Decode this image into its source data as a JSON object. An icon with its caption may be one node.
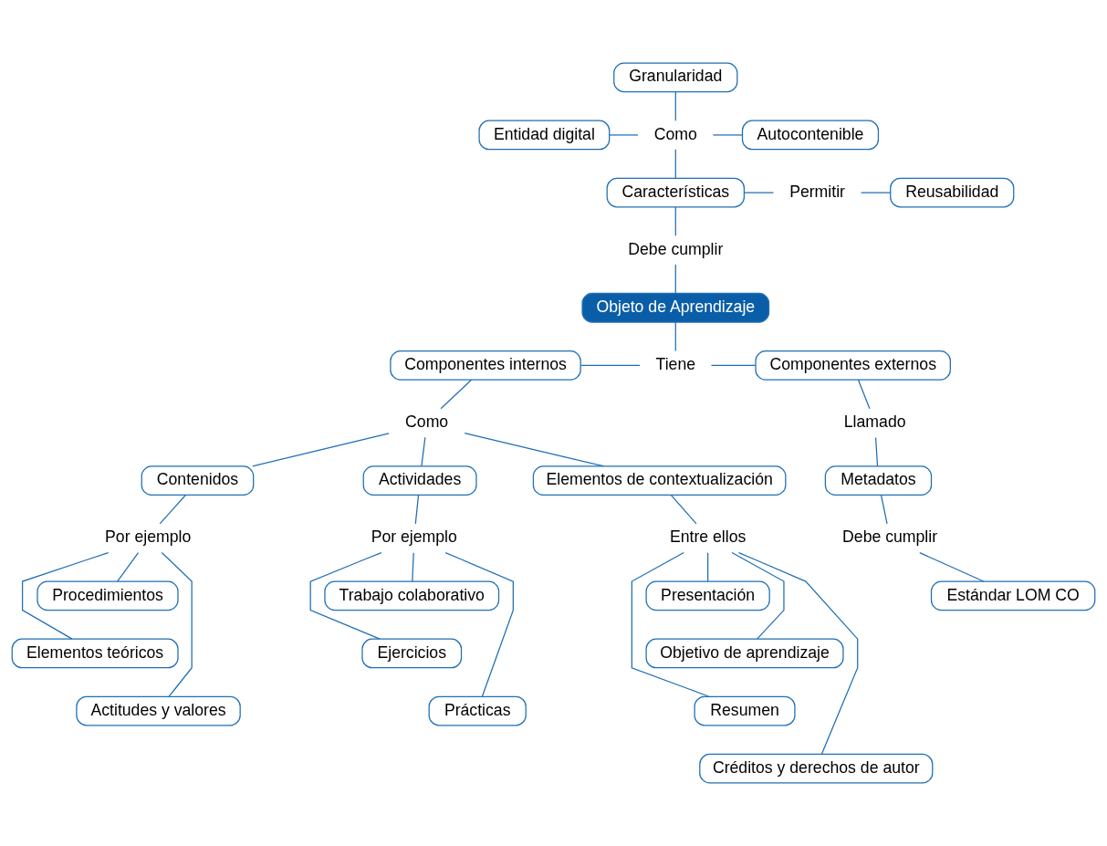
{
  "diagram": {
    "nodes": [
      {
        "text": [
          "Granularidad"
        ]
      },
      {
        "text": [
          "Entidad digital"
        ]
      },
      {
        "text": [
          "Como"
        ]
      },
      {
        "text": [
          "Autocontenible"
        ]
      },
      {
        "text": [
          "Características"
        ]
      },
      {
        "text": [
          "Permitir"
        ]
      },
      {
        "text": [
          "Reusabilidad"
        ]
      },
      {
        "text": [
          "Debe cumplir"
        ]
      },
      {
        "text": [
          "Objeto de Aprendizaje"
        ]
      },
      {
        "text": [
          "Componentes internos"
        ]
      },
      {
        "text": [
          "Tiene"
        ]
      },
      {
        "text": [
          "Componentes externos"
        ]
      },
      {
        "text": [
          "Como"
        ]
      },
      {
        "text": [
          "Contenidos"
        ]
      },
      {
        "text": [
          "Actividades"
        ]
      },
      {
        "text": [
          "Elementos de contextualización"
        ]
      },
      {
        "text": [
          "Llamado"
        ]
      },
      {
        "text": [
          "Por ejemplo"
        ]
      },
      {
        "text": [
          "Por ejemplo"
        ]
      },
      {
        "text": [
          "Entre ellos"
        ]
      },
      {
        "text": [
          "Metadatos"
        ]
      },
      {
        "text": [
          "Debe cumplir"
        ]
      },
      {
        "text": [
          "Procedimientos"
        ]
      },
      {
        "text": [
          "Trabajo colaborativo"
        ]
      },
      {
        "text": [
          "Presentación"
        ]
      },
      {
        "text": [
          "Estándar LOM CO"
        ]
      },
      {
        "text": [
          "Elementos teóricos"
        ]
      },
      {
        "text": [
          "Ejercicios"
        ]
      },
      {
        "text": [
          "Objetivo de aprendizaje"
        ]
      },
      {
        "text": [
          "Prácticas"
        ]
      },
      {
        "text": [
          "Resumen"
        ]
      },
      {
        "text": [
          "Actitudes y valores"
        ]
      },
      {
        "text": [
          "Créditos y derechos de autor"
        ]
      }
    ],
    "edges": [
      {
        "from": 0,
        "to": 2,
        "arrow": "none"
      },
      {
        "from": 1,
        "to": 2,
        "arrow": "none"
      },
      {
        "from": 2,
        "to": 3,
        "arrow": "none"
      },
      {
        "from": 2,
        "to": 4,
        "arrow": "none"
      },
      {
        "from": 4,
        "to": 5,
        "arrow": "none"
      },
      {
        "from": 5,
        "to": 6,
        "arrow": "none"
      },
      {
        "from": 4,
        "to": 7,
        "arrow": "none"
      },
      {
        "from": 7,
        "to": 8,
        "arrow": "none"
      },
      {
        "from": 8,
        "to": 10,
        "arrow": "none"
      },
      {
        "from": 9,
        "to": 10,
        "arrow": "none"
      },
      {
        "from": 10,
        "to": 11,
        "arrow": "none"
      },
      {
        "from": 9,
        "to": 12,
        "arrow": "none"
      },
      {
        "from": 12,
        "to": 13,
        "arrow": "none"
      },
      {
        "from": 12,
        "to": 14,
        "arrow": "none"
      },
      {
        "from": 12,
        "to": 15,
        "arrow": "none"
      },
      {
        "from": 11,
        "to": 16,
        "arrow": "none"
      },
      {
        "from": 16,
        "to": 20,
        "arrow": "none"
      },
      {
        "from": 13,
        "to": 17,
        "arrow": "none"
      },
      {
        "from": 14,
        "to": 18,
        "arrow": "none"
      },
      {
        "from": 15,
        "to": 19,
        "arrow": "none"
      },
      {
        "from": 20,
        "to": 21,
        "arrow": "none"
      },
      {
        "from": 21,
        "to": 25,
        "arrow": "none"
      },
      {
        "from": 17,
        "to": 22,
        "arrow": "none"
      },
      {
        "from": 17,
        "to": 26,
        "arrow": "none"
      },
      {
        "from": 17,
        "to": 31,
        "arrow": "none"
      },
      {
        "from": 18,
        "to": 23,
        "arrow": "none"
      },
      {
        "from": 18,
        "to": 27,
        "arrow": "none"
      },
      {
        "from": 18,
        "to": 29,
        "arrow": "none"
      },
      {
        "from": 19,
        "to": 24,
        "arrow": "none"
      },
      {
        "from": 19,
        "to": 28,
        "arrow": "none"
      },
      {
        "from": 19,
        "to": 30,
        "arrow": "none"
      },
      {
        "from": 19,
        "to": 32,
        "arrow": "none"
      }
    ]
  }
}
